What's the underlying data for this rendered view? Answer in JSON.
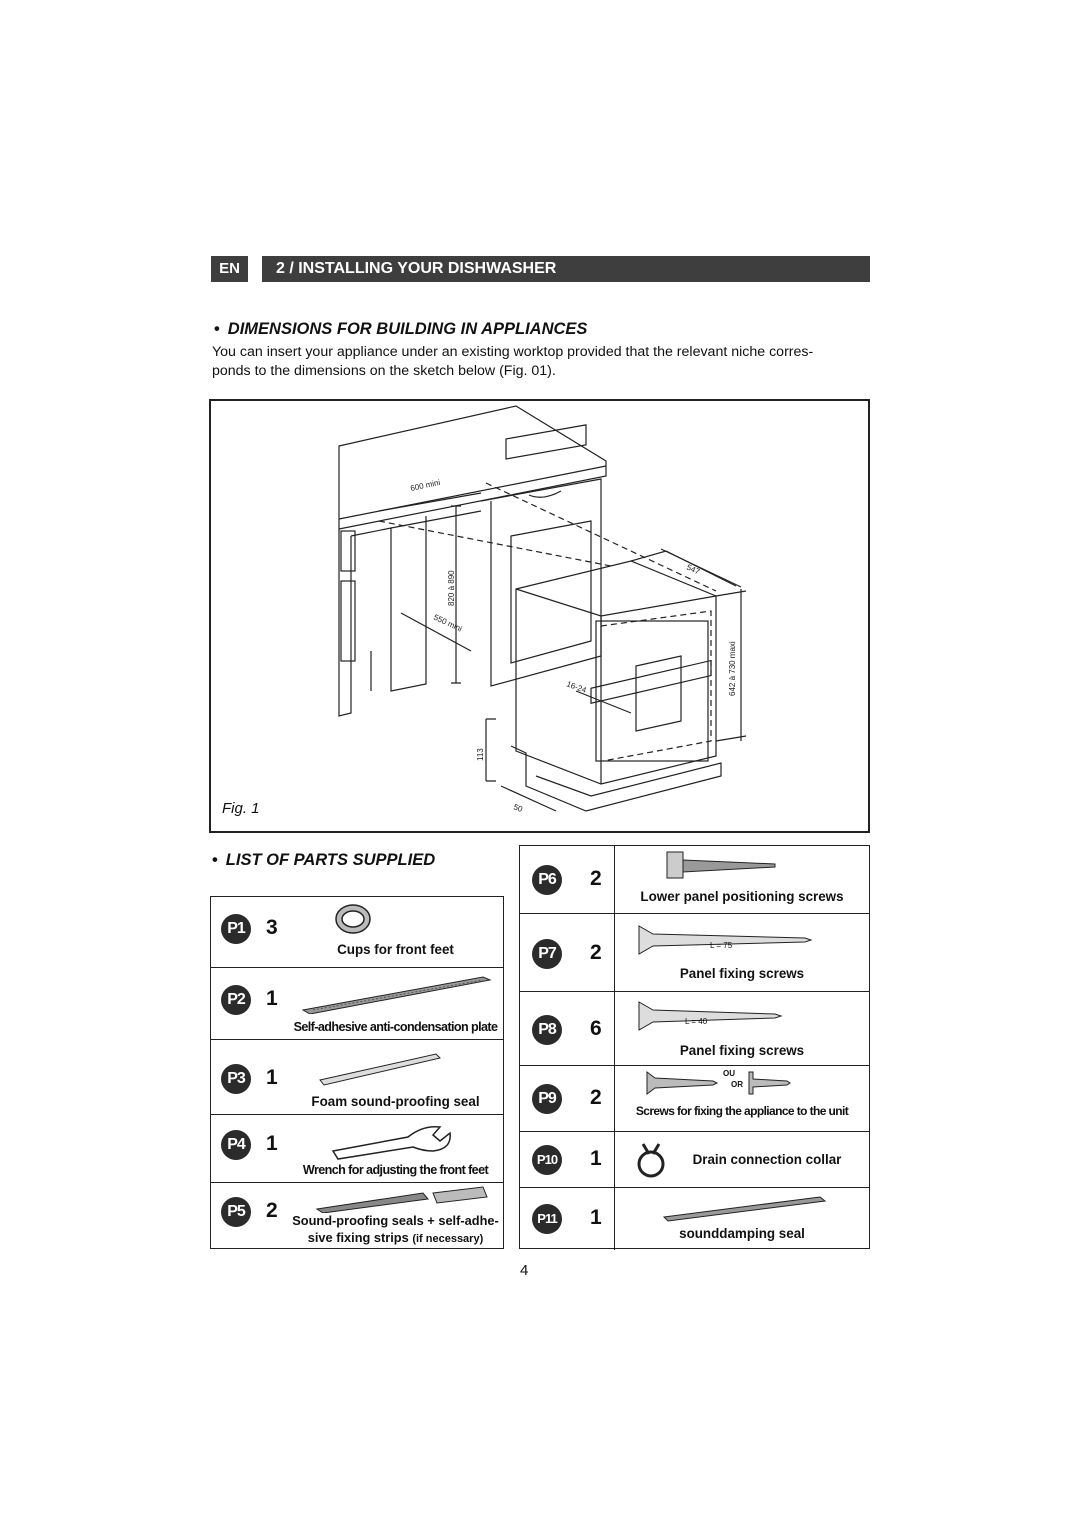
{
  "header": {
    "lang": "EN",
    "title": "2 / INSTALLING YOUR DISHWASHER"
  },
  "dimensions": {
    "heading": "DIMENSIONS FOR BUILDING IN APPLIANCES",
    "intro_line1": "You can insert your appliance under an existing worktop provided that the relevant niche corres-",
    "intro_line2": "ponds to the dimensions on the sketch below (Fig. 01).",
    "figure_label": "Fig. 1",
    "figure_dims": {
      "width_min": "600 mini",
      "depth_min": "550 mini",
      "height_range": "820 à 890",
      "appliance_depth": "547",
      "appliance_height": "642 à 730 maxi",
      "door_gap": "16-24",
      "plinth_height": "113",
      "plinth_depth": "50"
    }
  },
  "parts": {
    "heading": "LIST OF PARTS SUPPLIED",
    "left": [
      {
        "id": "P1",
        "qty": "3",
        "label": "Cups for front feet"
      },
      {
        "id": "P2",
        "qty": "1",
        "label": "Self-adhesive anti-condensation plate"
      },
      {
        "id": "P3",
        "qty": "1",
        "label": "Foam sound-proofing seal"
      },
      {
        "id": "P4",
        "qty": "1",
        "label": "Wrench for adjusting the front feet"
      },
      {
        "id": "P5",
        "qty": "2",
        "label_line1": "Sound-proofing seals + self-adhe-",
        "label_line2": "sive fixing strips",
        "label_note": "(if necessary)"
      }
    ],
    "right": [
      {
        "id": "P6",
        "qty": "2",
        "label": "Lower panel positioning screws"
      },
      {
        "id": "P7",
        "qty": "2",
        "label": "Panel fixing screws",
        "length": "L = 75"
      },
      {
        "id": "P8",
        "qty": "6",
        "label": "Panel fixing screws",
        "length": "L = 40"
      },
      {
        "id": "P9",
        "qty": "2",
        "label": "Screws for fixing the appliance to the unit",
        "or_top": "OU",
        "or_bottom": "OR"
      },
      {
        "id": "P10",
        "qty": "1",
        "label": "Drain connection collar"
      },
      {
        "id": "P11",
        "qty": "1",
        "label": "sounddamping seal"
      }
    ]
  },
  "page_number": "4"
}
